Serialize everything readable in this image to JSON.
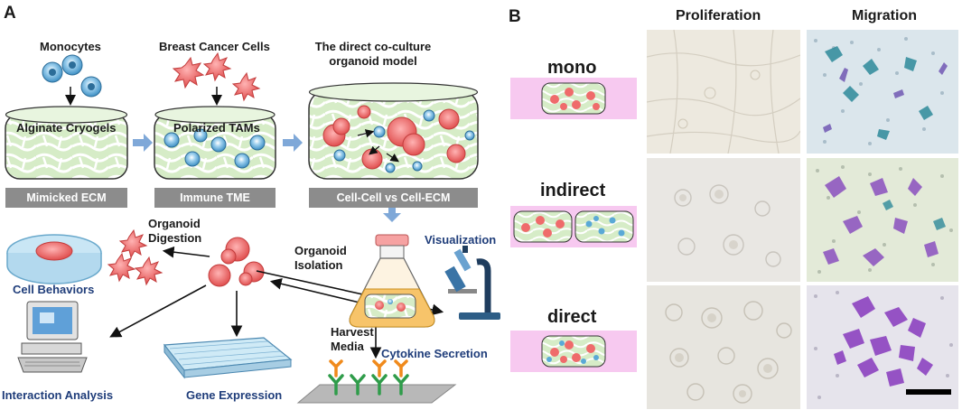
{
  "panel_a": {
    "letter": "A",
    "step1_top": "Monocytes",
    "step1_box": "Alginate Cryogels",
    "step1_bar": "Mimicked ECM",
    "step2_top": "Breast Cancer Cells",
    "step2_box": "Polarized TAMs",
    "step2_bar": "Immune TME",
    "step3_top": "The direct co-culture organoid model",
    "step3_bar": "Cell-Cell vs Cell-ECM",
    "organoid_digestion": "Organoid Digestion",
    "cell_behaviors": "Cell Behaviors",
    "organoid_isolation": "Organoid Isolation",
    "visualization": "Visualization",
    "harvest_media": "Harvest Media",
    "cytokine_secretion": "Cytokine Secretion",
    "interaction_analysis": "Interaction Analysis",
    "gene_expression": "Gene Expression"
  },
  "panel_b": {
    "letter": "B",
    "col_proliferation": "Proliferation",
    "col_migration": "Migration",
    "rows": [
      "mono",
      "indirect",
      "direct"
    ]
  },
  "colors": {
    "gel_green": "#d6ecc7",
    "gel_line": "#ffffff",
    "cancer_cell": "#ef6b6b",
    "monocyte": "#5aa9d6",
    "bar_gray": "#8c8c8c",
    "pink_bg": "#f7c9f0",
    "arrow_blue": "#7fa8d8",
    "stain_purple": "#8a4fbf",
    "stain_teal": "#2e8a9a"
  }
}
